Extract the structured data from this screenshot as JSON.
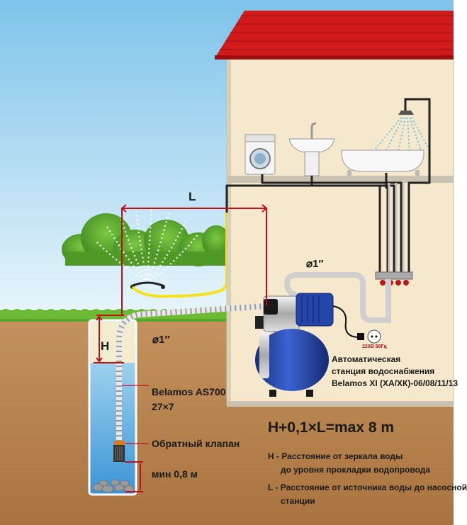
{
  "labels": {
    "L": "L",
    "H": "H",
    "dia_pipe_top": "⌀1″",
    "dia_well": "⌀1″",
    "hose_model": "Belamos AS700",
    "hose_size": "27×7",
    "check_valve": "Обратный клапан",
    "min_depth": "мин 0,8 м",
    "socket": "220В 50Гц",
    "station_title_1": "Автоматическая",
    "station_title_2": "станция водоснабжения",
    "station_model": "Belamos XI (ХА/ХК)-06/08/11/13"
  },
  "formula": "H+0,1×L=max 8 m",
  "legend": {
    "h_line1": "H - Расстояние от зеркала воды",
    "h_line2": "до уровня прокладки водопровода",
    "l_line1": "L - Расстояние от источника воды до насосной",
    "l_line2": "станции"
  },
  "colors": {
    "sky": "#9fd0ec",
    "ground": "#b88452",
    "grass": "#5aa62a",
    "wall": "#f6e8cc",
    "roof": "#d11a1a",
    "dim_red": "#c0111a",
    "water": "#6fbde8",
    "pump_tank": "#1f3f9e"
  }
}
